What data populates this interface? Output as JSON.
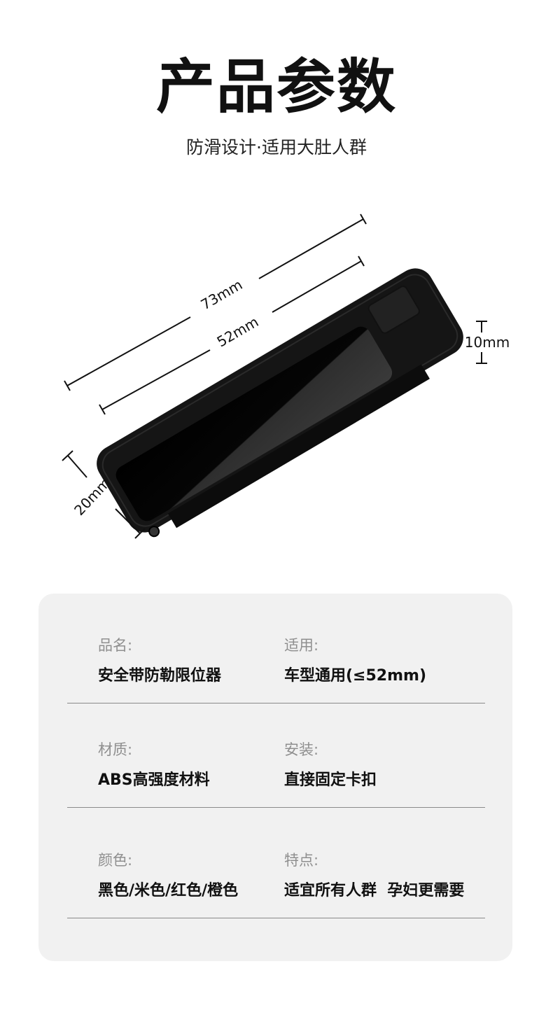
{
  "header": {
    "title": "产品参数",
    "subtitle": "防滑设计·适用大肚人群"
  },
  "figure": {
    "dimensions": {
      "length_total": "73mm",
      "length_inner": "52mm",
      "height": "10mm",
      "width": "20mm"
    },
    "colors": {
      "product": "#141414",
      "dimension_lines": "#111111"
    }
  },
  "specs": [
    {
      "label": "品名:",
      "value": "安全带防勒限位器"
    },
    {
      "label": "适用:",
      "value": "车型通用(≤52mm)"
    },
    {
      "label": "材质:",
      "value": "ABS高强度材料"
    },
    {
      "label": "安装:",
      "value": "直接固定卡扣"
    },
    {
      "label": "颜色:",
      "value": "黑色/米色/红色/橙色"
    },
    {
      "label": "特点:",
      "value": "适宜所有人群  孕妇更需要"
    }
  ],
  "colors": {
    "panel_bg": "#f1f1f1",
    "label_gray": "#8f8f8f",
    "divider": "#8a8a8a"
  }
}
